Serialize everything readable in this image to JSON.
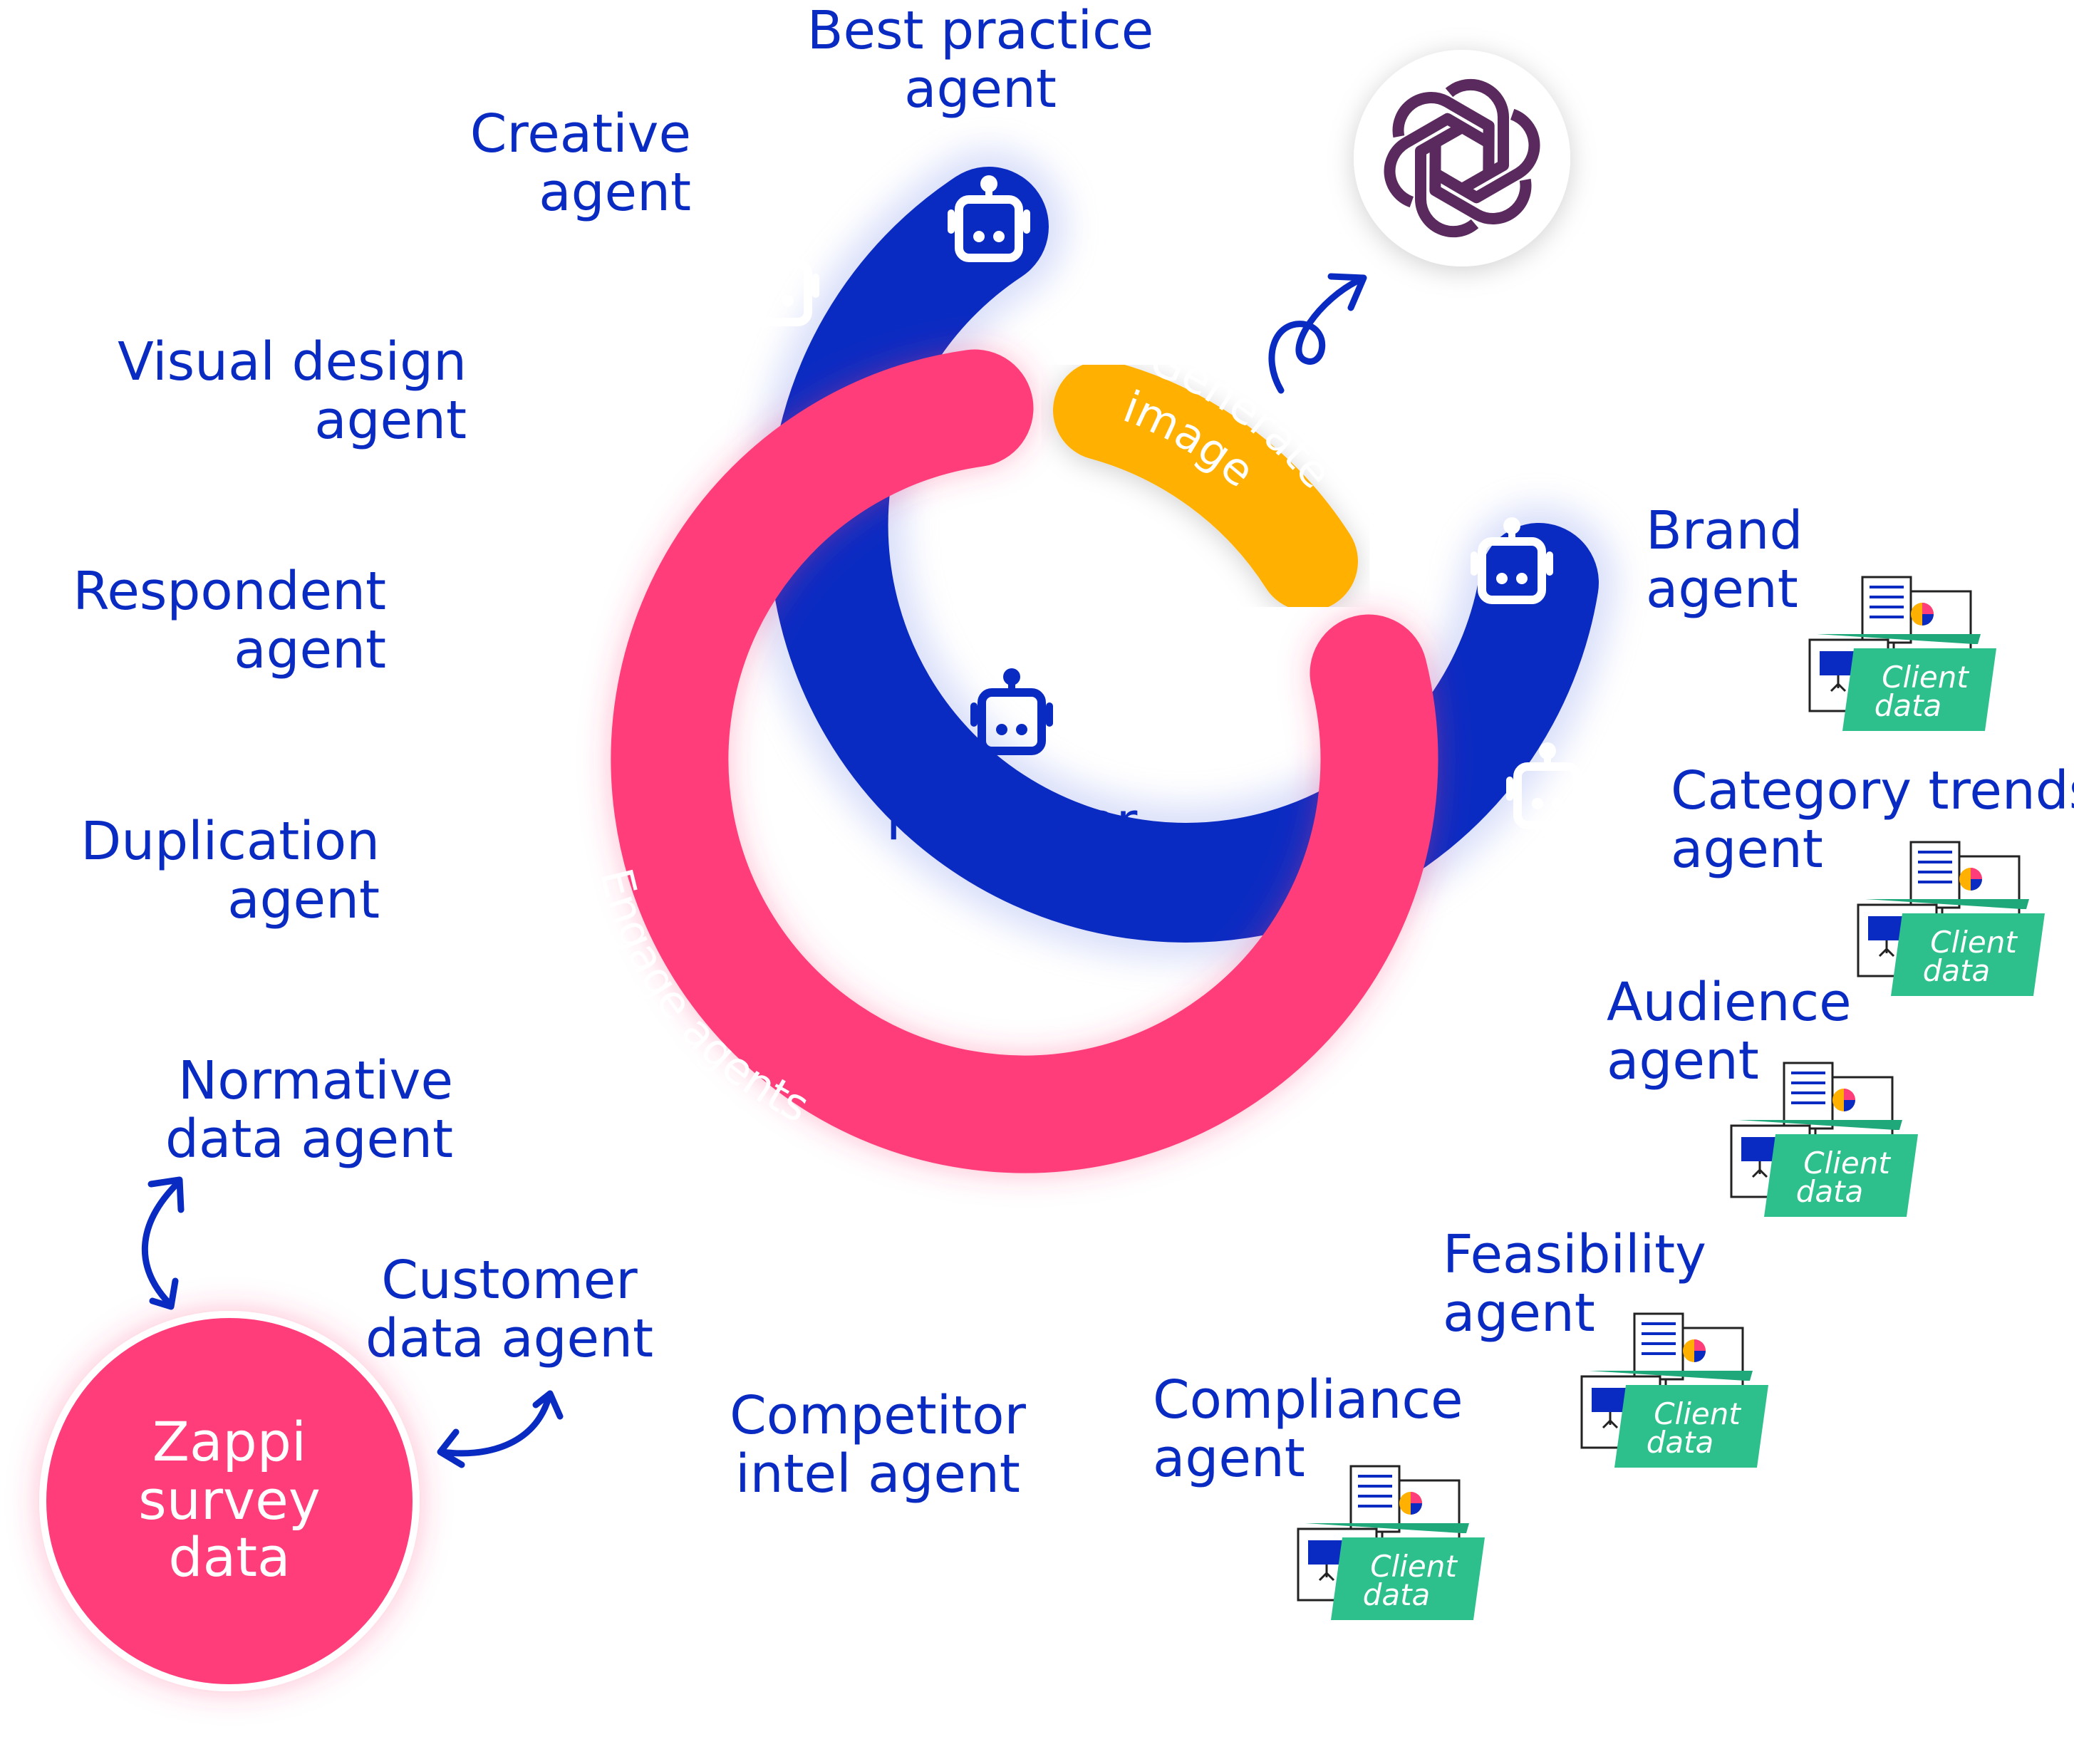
{
  "diagram": {
    "center": {
      "label": "Facilitator"
    },
    "rings": {
      "engage": {
        "label": "Engage agents",
        "color": "#FF3D7A"
      },
      "generate": {
        "label_line1": "Generate",
        "label_line2": "image",
        "color": "#FFB000"
      },
      "outer": {
        "color": "#0A2BC2"
      }
    },
    "agents_left": [
      {
        "line1": "Best practice",
        "line2": "agent"
      },
      {
        "line1": "Creative",
        "line2": "agent"
      },
      {
        "line1": "Visual design",
        "line2": "agent"
      },
      {
        "line1": "Respondent",
        "line2": "agent"
      },
      {
        "line1": "Duplication",
        "line2": "agent"
      },
      {
        "line1": "Normative",
        "line2": "data agent"
      },
      {
        "line1": "Customer",
        "line2": "data agent"
      },
      {
        "line1": "Competitor",
        "line2": "intel agent"
      }
    ],
    "agents_right": [
      {
        "line1": "Brand",
        "line2": "agent"
      },
      {
        "line1": "Category trends",
        "line2": "agent"
      },
      {
        "line1": "Audience",
        "line2": "agent"
      },
      {
        "line1": "Feasibility",
        "line2": "agent"
      },
      {
        "line1": "Compliance",
        "line2": "agent"
      }
    ],
    "client_data": {
      "line1": "Client",
      "line2": "data",
      "color": "#2EC08C"
    },
    "zappi": {
      "line1": "Zappi",
      "line2": "survey",
      "line3": "data",
      "color": "#FF3D7A"
    },
    "icons": [
      "robot-icon",
      "openai-logo-icon",
      "curved-arrow-icon",
      "double-arrow-icon",
      "folder-icon"
    ]
  }
}
